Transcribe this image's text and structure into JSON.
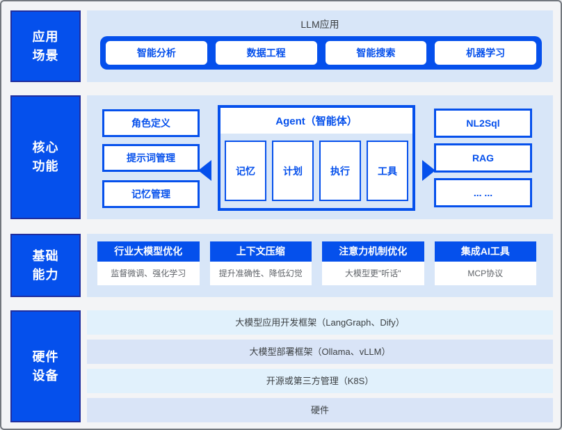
{
  "colors": {
    "primary_blue": "#0550ec",
    "label_border": "#1f2e9e",
    "panel_light_blue": "#d8e6f8",
    "bar_cyan": "#e1f1fc",
    "bar_periwinkle": "#d9e4f7",
    "window_bg": "#f3f4f6",
    "window_border": "#72777d",
    "text_dark": "#3c4043",
    "text_gray": "#5f6368"
  },
  "rows": {
    "app": {
      "label": "应用场景",
      "panel_title": "LLM应用",
      "buttons": [
        "智能分析",
        "数据工程",
        "智能搜索",
        "机器学习"
      ]
    },
    "core": {
      "label": "核心功能",
      "left_items": [
        "角色定义",
        "提示词管理",
        "记忆管理"
      ],
      "agent_title": "Agent（智能体）",
      "agent_parts": [
        "记忆",
        "计划",
        "执行",
        "工具"
      ],
      "right_items": [
        "NL2Sql",
        "RAG",
        "... ..."
      ]
    },
    "base": {
      "label": "基础能力",
      "cards": [
        {
          "title": "行业大模型优化",
          "desc": "监督微调、强化学习"
        },
        {
          "title": "上下文压缩",
          "desc": "提升准确性、降低幻觉"
        },
        {
          "title": "注意力机制优化",
          "desc": "大模型更\"听话\""
        },
        {
          "title": "集成AI工具",
          "desc": "MCP协议"
        }
      ]
    },
    "hw": {
      "label": "硬件设备",
      "bars": [
        "大模型应用开发框架（LangGraph、Dify）",
        "大模型部署框架（Ollama、vLLM）",
        "开源或第三方管理（K8S）",
        "硬件"
      ]
    }
  }
}
